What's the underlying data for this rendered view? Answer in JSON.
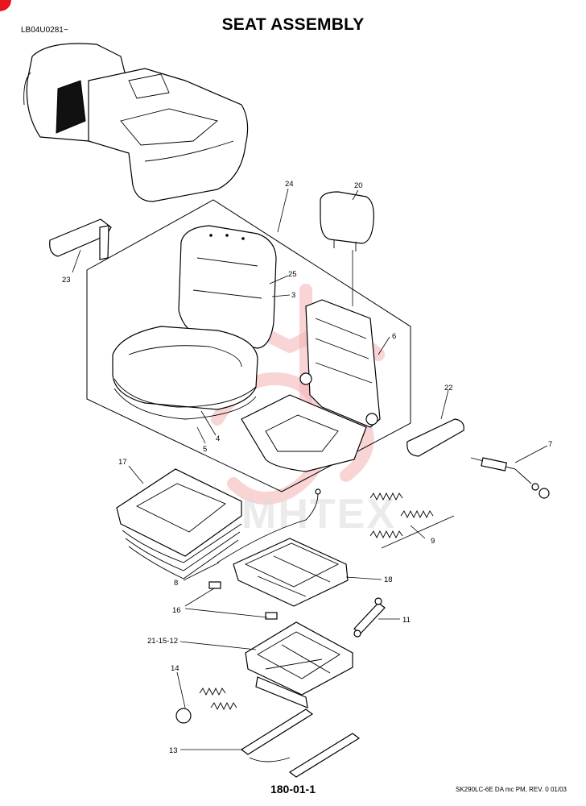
{
  "header": {
    "doc_code": "LB04U0281~",
    "title": "SEAT ASSEMBLY"
  },
  "footer": {
    "page_number": "180-01-1",
    "reference": "SK290LC-6E DA mc PM, REV. 0  01/03"
  },
  "watermark": {
    "text": "MHTEX"
  },
  "callouts": {
    "c24": "24",
    "c20": "20",
    "c23": "23",
    "c25": "25",
    "c3": "3",
    "c6": "6",
    "c22": "22",
    "c4": "4",
    "c5": "5",
    "c7": "7",
    "c17": "17",
    "c9": "9",
    "c8": "8",
    "c18": "18",
    "c16": "16",
    "c11": "11",
    "c21": "21-15-12",
    "c14": "14",
    "c13": "13"
  },
  "colors": {
    "corner_mark": "#e8141e",
    "watermark": "#f3b0b3"
  }
}
